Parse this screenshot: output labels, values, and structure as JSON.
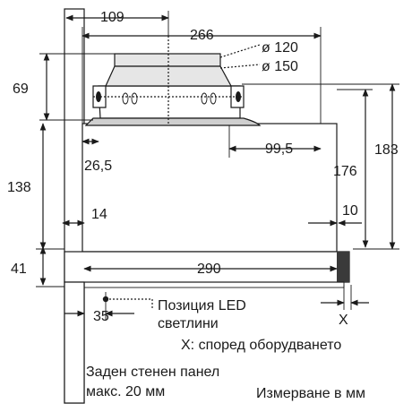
{
  "dimensions": {
    "d109": "109",
    "d266": "266",
    "d120": "ø 120",
    "d150": "ø 150",
    "d69": "69",
    "d26_5": "26,5",
    "d99_5": "99,5",
    "d183": "183",
    "d176": "176",
    "d138": "138",
    "d14": "14",
    "d10": "10",
    "d41": "41",
    "d290": "290",
    "d35": "35",
    "dX": "X"
  },
  "labels": {
    "led_line1": "Позиция LED",
    "led_line2": "светлини",
    "x_note": "X: според оборудването",
    "wall_line1": "Заден стенен панел",
    "wall_line2": "макс. 20 мм",
    "units": "Измерване в мм"
  },
  "colors": {
    "line": "#1a1a1a",
    "fill_light": "#e6e6e6",
    "fill_mid": "#cfcfcf",
    "fill_dark": "#3a3a3a"
  }
}
